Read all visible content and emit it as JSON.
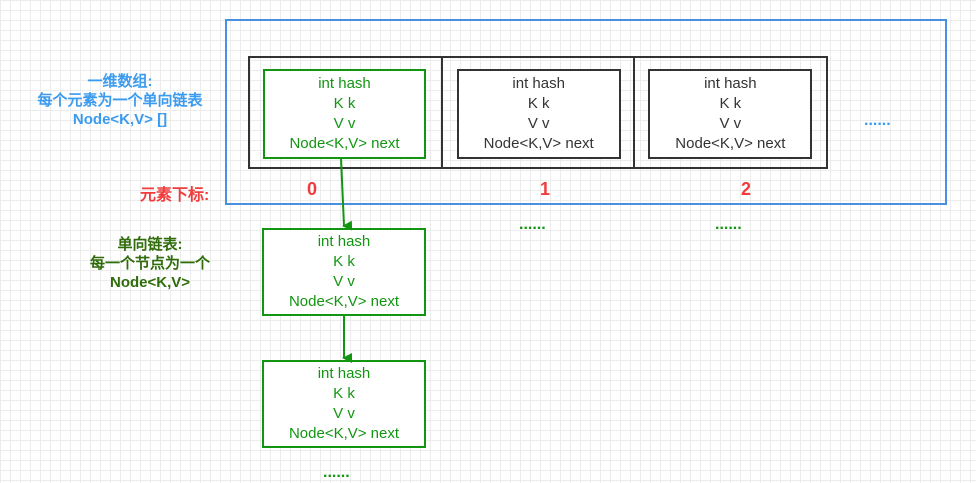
{
  "node_fields": [
    "int hash",
    "K k",
    "V v",
    "Node<K,V> next"
  ],
  "labels": {
    "array_line1": "一维数组:",
    "array_line2": "每个元素为一个单向链表",
    "array_line3": "Node<K,V> []",
    "index_label": "元素下标:",
    "list_line1": "单向链表:",
    "list_line2": "每一个节点为一个",
    "list_line3": "Node<K,V>"
  },
  "indices": [
    "0",
    "1",
    "2"
  ],
  "ellipsis": "......",
  "colors": {
    "frame_blue": "#4a90e2",
    "node_green": "#129612",
    "index_red": "#f03c3c",
    "label_blue": "#3a9bef",
    "label_green": "#2f6c0a"
  }
}
